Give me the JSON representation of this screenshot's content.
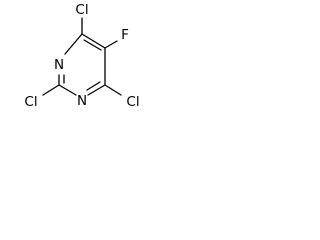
{
  "molecule": {
    "atoms": {
      "cl_top": "Cl",
      "f": "F",
      "n_left": "N",
      "n_bottom": "N",
      "cl_left": "Cl",
      "cl_right": "Cl"
    }
  }
}
